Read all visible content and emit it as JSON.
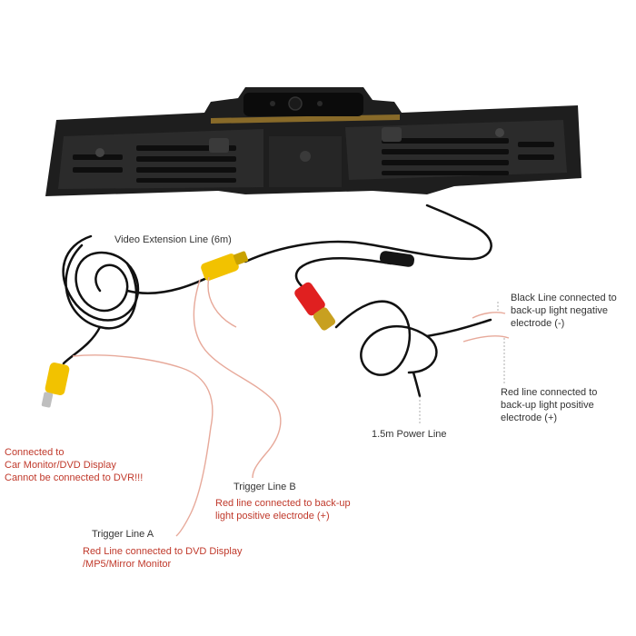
{
  "labels": {
    "video_extension": "Video Extension Line (6m)",
    "black_line": [
      "Black Line connected to",
      "back-up light negative",
      "electrode (-)"
    ],
    "red_line_right": [
      "Red line connected to",
      "back-up light positive",
      "electrode (+)"
    ],
    "power_line": "1.5m Power Line",
    "connected_to": [
      "Connected to",
      "Car Monitor/DVD Display",
      "Cannot be connected to DVR!!!"
    ],
    "trigger_b_title": "Trigger Line B",
    "trigger_b_desc": [
      "Red line connected to back-up",
      "light positive electrode (+)"
    ],
    "trigger_a_title": "Trigger Line A",
    "trigger_a_desc": [
      "Red Line connected to DVD Display",
      "/MP5/Mirror Monitor"
    ]
  },
  "colors": {
    "plate_frame": "#1e1e1e",
    "cable": "#111111",
    "rca_yellow": "#f2c200",
    "power_red": "#e02020",
    "trigger_wire": "#e7a99a",
    "label_dark": "#333333",
    "label_red": "#c0392b"
  }
}
